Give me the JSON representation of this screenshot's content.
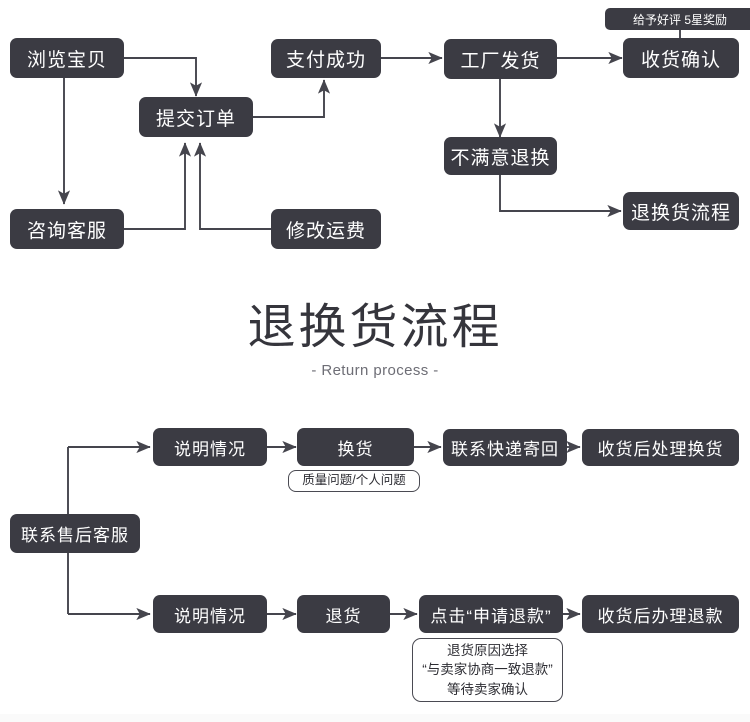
{
  "theme": {
    "node_fill": "#3b3b43",
    "node_text": "#ffffff",
    "line_color": "#45454d",
    "note_border": "#4a4a52",
    "page_bg": "#ffffff",
    "title_color": "#35353c",
    "subtitle_color": "#6e6e76"
  },
  "purchase_flow": {
    "nodes": {
      "browse": "浏览宝贝",
      "submit_order": "提交订单",
      "pay_success": "支付成功",
      "factory_ship": "工厂发货",
      "confirm_receipt": "收货确认",
      "consult_service": "咨询客服",
      "modify_freight": "修改运费",
      "unsatisfied_return": "不满意退换",
      "return_process": "退换货流程"
    },
    "labels": {
      "five_star_reward": "给予好评 5星奖励"
    }
  },
  "section_title": {
    "title": "退换货流程",
    "subtitle": "- Return process -"
  },
  "return_flow": {
    "entry": "联系售后客服",
    "exchange_branch": {
      "steps": [
        "说明情况",
        "换货",
        "联系快递寄回",
        "收货后处理换货"
      ],
      "note": "质量问题/个人问题"
    },
    "refund_branch": {
      "steps": [
        "说明情况",
        "退货",
        "点击“申请退款”",
        "收货后办理退款"
      ],
      "note_lines": [
        "退货原因选择",
        "“与卖家协商一致退款”",
        "等待卖家确认"
      ]
    }
  }
}
